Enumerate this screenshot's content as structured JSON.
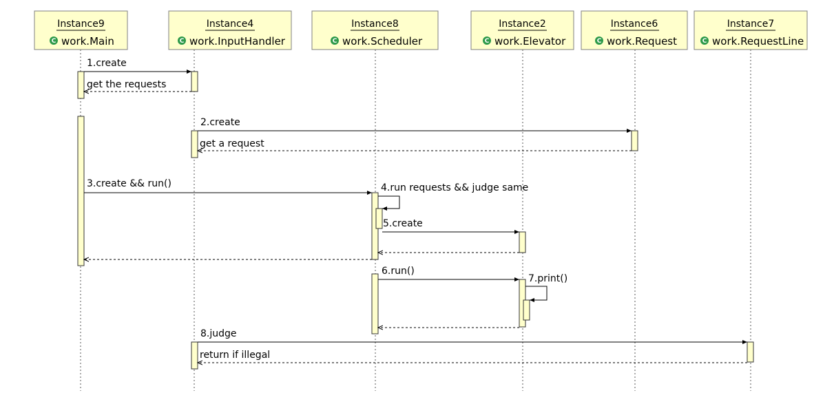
{
  "colors": {
    "box_fill": "#ffffcc",
    "class_badge": "#2e9a4a"
  },
  "lifelines": [
    {
      "title": "Instance9",
      "cls": "work.Main",
      "icon": "class-c-icon"
    },
    {
      "title": "Instance4",
      "cls": "work.InputHandler",
      "icon": "class-c-icon"
    },
    {
      "title": "Instance8",
      "cls": "work.Scheduler",
      "icon": "class-c-icon"
    },
    {
      "title": "Instance2",
      "cls": "work.Elevator",
      "icon": "class-c-icon"
    },
    {
      "title": "Instance6",
      "cls": "work.Request",
      "icon": "class-c-icon"
    },
    {
      "title": "Instance7",
      "cls": "work.RequestLine",
      "icon": "class-c-icon"
    }
  ],
  "messages": [
    {
      "label": "1.create",
      "kind": "call"
    },
    {
      "label": "get the requests",
      "kind": "return"
    },
    {
      "label": "2.create",
      "kind": "call"
    },
    {
      "label": "get a request",
      "kind": "return"
    },
    {
      "label": "3.create && run()",
      "kind": "call"
    },
    {
      "label": "4.run requests && judge same",
      "kind": "self"
    },
    {
      "label": "5.create",
      "kind": "call"
    },
    {
      "label": "",
      "kind": "return"
    },
    {
      "label": "",
      "kind": "return"
    },
    {
      "label": "6.run()",
      "kind": "call"
    },
    {
      "label": "7.print()",
      "kind": "self"
    },
    {
      "label": "",
      "kind": "return"
    },
    {
      "label": "8.judge",
      "kind": "call"
    },
    {
      "label": "return if illegal",
      "kind": "return"
    }
  ]
}
